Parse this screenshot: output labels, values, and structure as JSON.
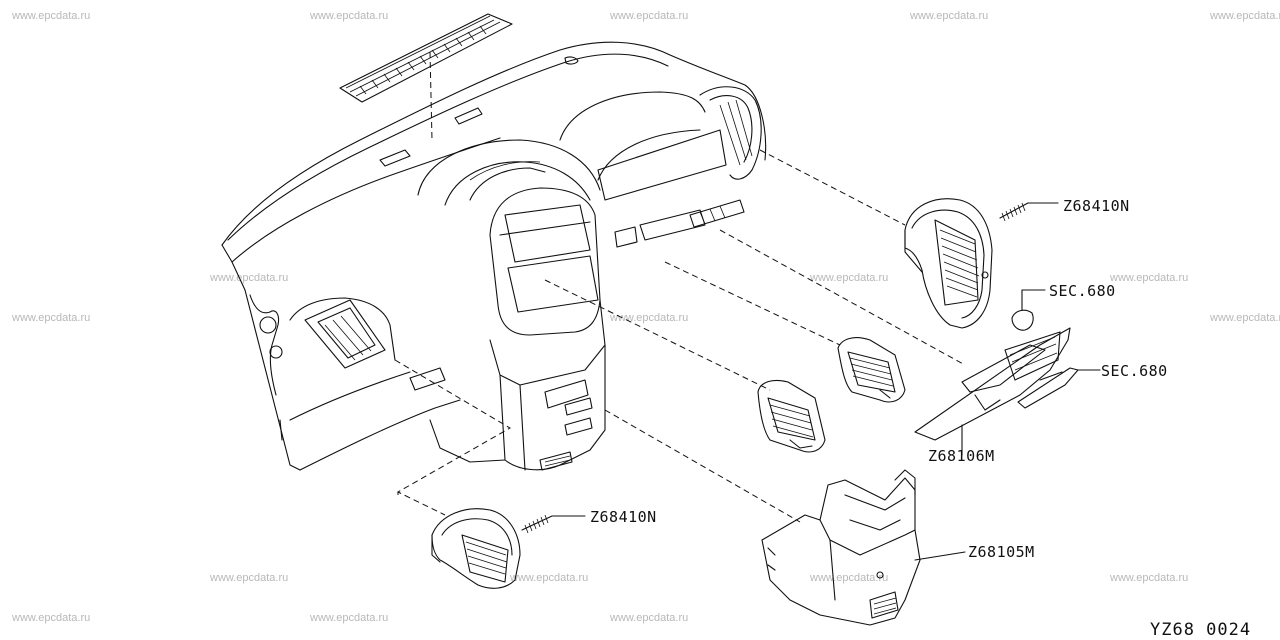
{
  "watermark": "www.epcdata.ru",
  "parts": {
    "vent_right": "Z68410N",
    "sec_upper": "SEC.680",
    "sec_lower": "SEC.680",
    "center_panel": "Z68106M",
    "vent_left": "Z68410N",
    "console_cover": "Z68105M"
  },
  "diagram_code": "YZ68 0024"
}
